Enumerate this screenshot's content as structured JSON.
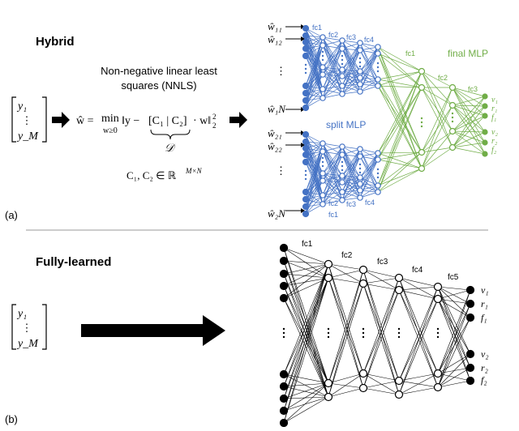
{
  "top_fragment": "",
  "panel_a": {
    "title": "Hybrid",
    "caption": "(a)",
    "nnls_title_line1": "Non-negative linear least",
    "nnls_title_line2": "squares (NNLS)",
    "input_top": "y₁",
    "input_dots": "⋮",
    "input_bottom": "y_M",
    "equation": "ŵ = min ‖y − [C₁ | C₂] · w‖²₂",
    "equation_parts": {
      "lhs": "ŵ =",
      "min": "min",
      "min_sub": "w≥0",
      "norm_y": "‖y −",
      "matrix": "[C₁ | C₂]",
      "times_w": "· w‖",
      "sub2": "2",
      "sup2": "2",
      "brace_label": "𝒟"
    },
    "dims": "C₁, C₂ ∈ ℝ",
    "dims_sup": "M×N",
    "input_labels_group1": [
      "ŵ₁₁",
      "ŵ₁₂",
      "⋮",
      "ŵ₁N"
    ],
    "input_labels_group2": [
      "ŵ₂₁",
      "ŵ₂₂",
      "⋮",
      "ŵ₂N"
    ],
    "split_layer_labels_top": [
      "fc1",
      "fc2",
      "fc3",
      "fc4"
    ],
    "split_layer_labels_bottom": [
      "fc1",
      "fc2",
      "fc3",
      "fc4"
    ],
    "split_label": "split MLP",
    "final_label": "final MLP",
    "final_layer_labels": [
      "fc1",
      "fc2",
      "fc3"
    ],
    "outputs": [
      "v₁",
      "r₁",
      "f₁",
      "v₂",
      "r₂",
      "f₂"
    ],
    "colors": {
      "split": "#4472c4",
      "final": "#70ad47"
    }
  },
  "panel_b": {
    "title": "Fully-learned",
    "caption": "(b)",
    "input_top": "y₁",
    "input_dots": "⋮",
    "input_bottom": "y_M",
    "layer_labels": [
      "fc1",
      "fc2",
      "fc3",
      "fc4",
      "fc5"
    ],
    "outputs": [
      "v₁",
      "r₁",
      "f₁",
      "v₂",
      "r₂",
      "f₂"
    ],
    "colors": {
      "lines": "#000000"
    }
  },
  "icons": [
    "right-arrow-icon",
    "big-right-arrow-icon",
    "curly-brace-icon"
  ]
}
